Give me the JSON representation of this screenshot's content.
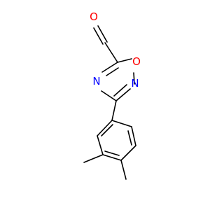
{
  "molecule": {
    "atoms": {
      "carbonyl_oxygen": "O",
      "ring_oxygen": "O",
      "ring_nitrogen_upper": "N",
      "ring_nitrogen_lower": "N"
    },
    "colors": {
      "bond": "#000000",
      "oxygen": "#ff0000",
      "nitrogen": "#0000ff"
    }
  }
}
